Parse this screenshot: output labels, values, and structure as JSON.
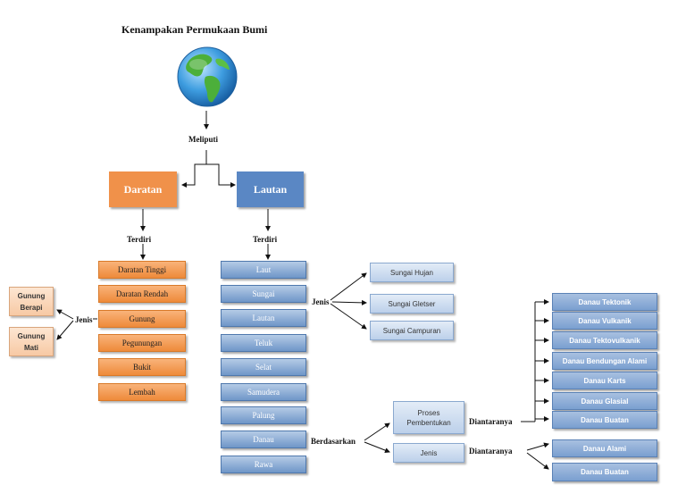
{
  "title": "Kenampakan Permukaan Bumi",
  "globe_icon": "earth-globe-icon",
  "labels": {
    "meliputi": "Meliputi",
    "terdiri_left": "Terdiri",
    "terdiri_right": "Terdiri",
    "jenis_left": "Jenis",
    "jenis_right": "Jenis",
    "berdasarkan": "Berdasarkan",
    "diantaranya_1": "Diantaranya",
    "diantaranya_2": "Diantaranya"
  },
  "daratan": {
    "title": "Daratan",
    "items": [
      "Daratan Tinggi",
      "Daratan Rendah",
      "Gunung",
      "Pegunungan",
      "Bukit",
      "Lembah"
    ]
  },
  "gunung_jenis": [
    "Gunung Berapi",
    "Gunung Mati"
  ],
  "lautan": {
    "title": "Lautan",
    "items": [
      "Laut",
      "Sungai",
      "Lautan",
      "Teluk",
      "Selat",
      "Samudera",
      "Palung",
      "Danau",
      "Rawa"
    ]
  },
  "sungai_jenis": [
    "Sungai Hujan",
    "Sungai Gletser",
    "Sungai Campuran"
  ],
  "danau_berdasarkan": [
    "Proses Pembentukan",
    "Jenis"
  ],
  "danau_proses": [
    "Danau Tektonik",
    "Danau Vulkanik",
    "Danau Tektovulkanik",
    "Danau Bendungan Alami",
    "Danau Karts",
    "Danau Glasial",
    "Danau Buatan"
  ],
  "danau_jenis": [
    "Danau Alami",
    "Danau Buatan"
  ],
  "colors": {
    "daratan": "#f0914a",
    "lautan": "#5a87c4",
    "light_orange": "#f7c9a4",
    "light_blue": "#bcd0ea"
  }
}
